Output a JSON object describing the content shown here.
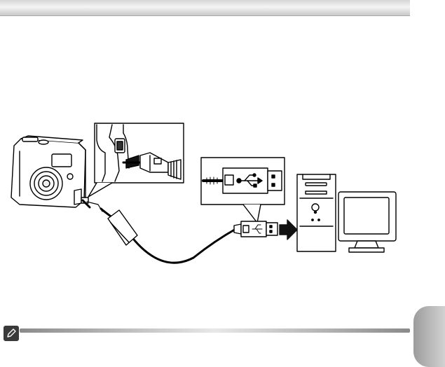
{
  "page": {
    "header_bar": "",
    "side_tab": ""
  },
  "diagram": {
    "subject": "usb-connection",
    "parts": [
      "camera",
      "usb-cable",
      "ferrite-core",
      "computer-tower",
      "monitor"
    ],
    "icons": [
      "usb-trident-icon",
      "arrow-right-icon",
      "pencil-note-icon"
    ],
    "colors": {
      "line": "#000000",
      "fill": "#ffffff",
      "arrow": "#111111",
      "header_bar": "#dedede",
      "side_tab": "#b5b5b5"
    }
  }
}
